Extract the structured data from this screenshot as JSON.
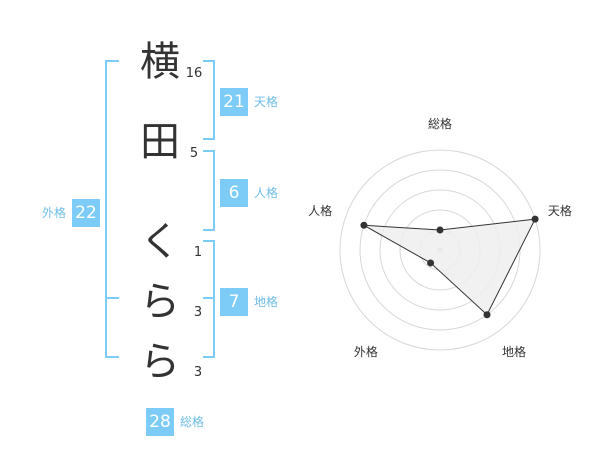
{
  "name": {
    "chars": [
      {
        "char": "横",
        "strokes": "16"
      },
      {
        "char": "田",
        "strokes": "5"
      },
      {
        "char": "く",
        "strokes": "1"
      },
      {
        "char": "ら",
        "strokes": "3"
      },
      {
        "char": "ら",
        "strokes": "3"
      }
    ]
  },
  "fortunes": {
    "tenkaku": {
      "label": "天格",
      "value": "21"
    },
    "jinkaku": {
      "label": "人格",
      "value": "6"
    },
    "chikaku": {
      "label": "地格",
      "value": "7"
    },
    "gaikaku": {
      "label": "外格",
      "value": "22"
    },
    "soukaku": {
      "label": "総格",
      "value": "28"
    }
  },
  "radar": {
    "axes": [
      "総格",
      "天格",
      "地格",
      "外格",
      "人格"
    ],
    "values": [
      1,
      5,
      4,
      0.8,
      4
    ],
    "max": 5,
    "colors": {
      "ring": "#d7d7d7",
      "fill": "#eeeeee",
      "line": "#333333",
      "center": "#cccccc"
    }
  }
}
